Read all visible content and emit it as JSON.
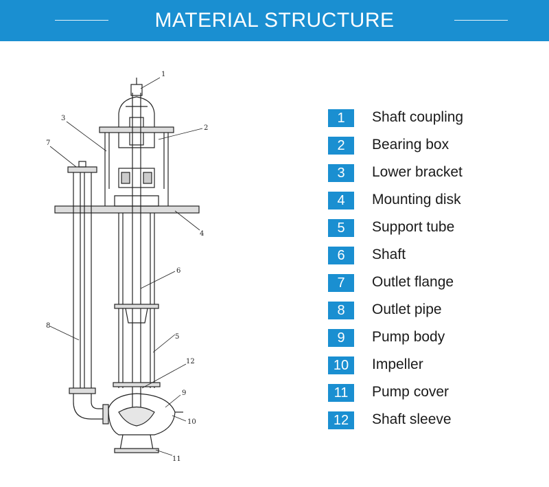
{
  "header": {
    "title": "MATERIAL STRUCTURE"
  },
  "colors": {
    "accent": "#1a8fd1",
    "text": "#1a1a1a",
    "line": "#222222"
  },
  "legend": [
    {
      "number": "1",
      "label": "Shaft coupling"
    },
    {
      "number": "2",
      "label": "Bearing box"
    },
    {
      "number": "3",
      "label": "Lower bracket"
    },
    {
      "number": "4",
      "label": "Mounting disk"
    },
    {
      "number": "5",
      "label": "Support tube"
    },
    {
      "number": "6",
      "label": "Shaft"
    },
    {
      "number": "7",
      "label": "Outlet flange"
    },
    {
      "number": "8",
      "label": "Outlet pipe"
    },
    {
      "number": "9",
      "label": "Pump body"
    },
    {
      "number": "10",
      "label": "Impeller"
    },
    {
      "number": "11",
      "label": "Pump cover"
    },
    {
      "number": "12",
      "label": "Shaft sleeve"
    }
  ],
  "callouts": [
    "1",
    "2",
    "3",
    "4",
    "5",
    "6",
    "7",
    "8",
    "9",
    "10",
    "11",
    "12"
  ]
}
